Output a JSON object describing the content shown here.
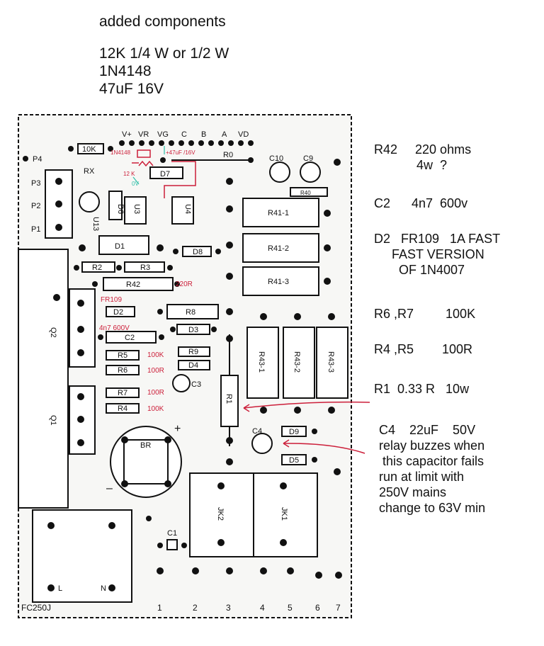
{
  "header": {
    "title": "added components",
    "lines": [
      "12K  1/4 W or 1/2 W",
      "1N4148",
      "47uF 16V"
    ]
  },
  "board": {
    "model": "FC250J",
    "top_pins": [
      "V+",
      "VR",
      "VG",
      "C",
      "B",
      "A",
      "VD"
    ],
    "bottom_pins": [
      "1",
      "2",
      "3",
      "4",
      "5",
      "6",
      "7"
    ],
    "pot_labels": [
      "P4",
      "P3",
      "P2",
      "P1"
    ],
    "components": {
      "r10k": "10K",
      "rx": "RX",
      "r0": "R0",
      "c10": "C10",
      "c9": "C9",
      "r40": "R40",
      "d7": "D7",
      "d6": "D6",
      "u3": "U3",
      "u4": "U4",
      "u13": "U13",
      "d1": "D1",
      "d8": "D8",
      "r2": "R2",
      "r3": "R3",
      "r42": "R42",
      "r41_1": "R41-1",
      "r41_2": "R41-2",
      "r41_3": "R41-3",
      "q2": "Q2",
      "q1": "Q1",
      "d2": "D2",
      "r8": "R8",
      "d3": "D3",
      "c2": "C2",
      "r5": "R5",
      "r9": "R9",
      "r6": "R6",
      "d4": "D4",
      "c3": "C3",
      "r7": "R7",
      "r4": "R4",
      "r43_1": "R43-1",
      "r43_2": "R43-2",
      "r43_3": "R43-3",
      "r1": "R1",
      "c4": "C4",
      "d9": "D9",
      "d5": "D5",
      "br": "BR",
      "jk2": "JK2",
      "jk1": "JK1",
      "c1": "C1",
      "plus": "+",
      "minus": "–",
      "l": "L",
      "n": "N"
    },
    "red_annotations": {
      "r42_val": "220R",
      "fr109": "FR109",
      "c2_val": "4n7 600V",
      "r5_val": "100K",
      "r6_val": "100R",
      "r7_val": "100R",
      "r4_val": "100K",
      "added_diode": "1N4148",
      "added_cap": "+47uF /16V",
      "added_res": "12 K",
      "zero_v": "0V"
    }
  },
  "notes": [
    {
      "id": "r42",
      "lines": [
        "R42     220 ohms",
        "            4w  ?"
      ]
    },
    {
      "id": "c2",
      "lines": [
        "C2      4n7  600v"
      ]
    },
    {
      "id": "d2",
      "lines": [
        "D2   FR109   1A FAST",
        "     FAST VERSION",
        "       OF 1N4007"
      ]
    },
    {
      "id": "r67",
      "lines": [
        "R6 ,R7         100K"
      ]
    },
    {
      "id": "r45",
      "lines": [
        "R4 ,R5        100R"
      ]
    },
    {
      "id": "r1",
      "lines": [
        "R1  0.33 R   10w"
      ]
    },
    {
      "id": "c4",
      "lines": [
        "C4    22uF    50V",
        "relay buzzes when",
        " this capacitor fails",
        "run at limit with",
        "250V mains",
        "change to 63V min"
      ]
    }
  ],
  "colors": {
    "ink": "#111111",
    "red": "#cc1f3a",
    "cyan": "#2fbfa8",
    "board_bg": "#f7f7f5"
  }
}
